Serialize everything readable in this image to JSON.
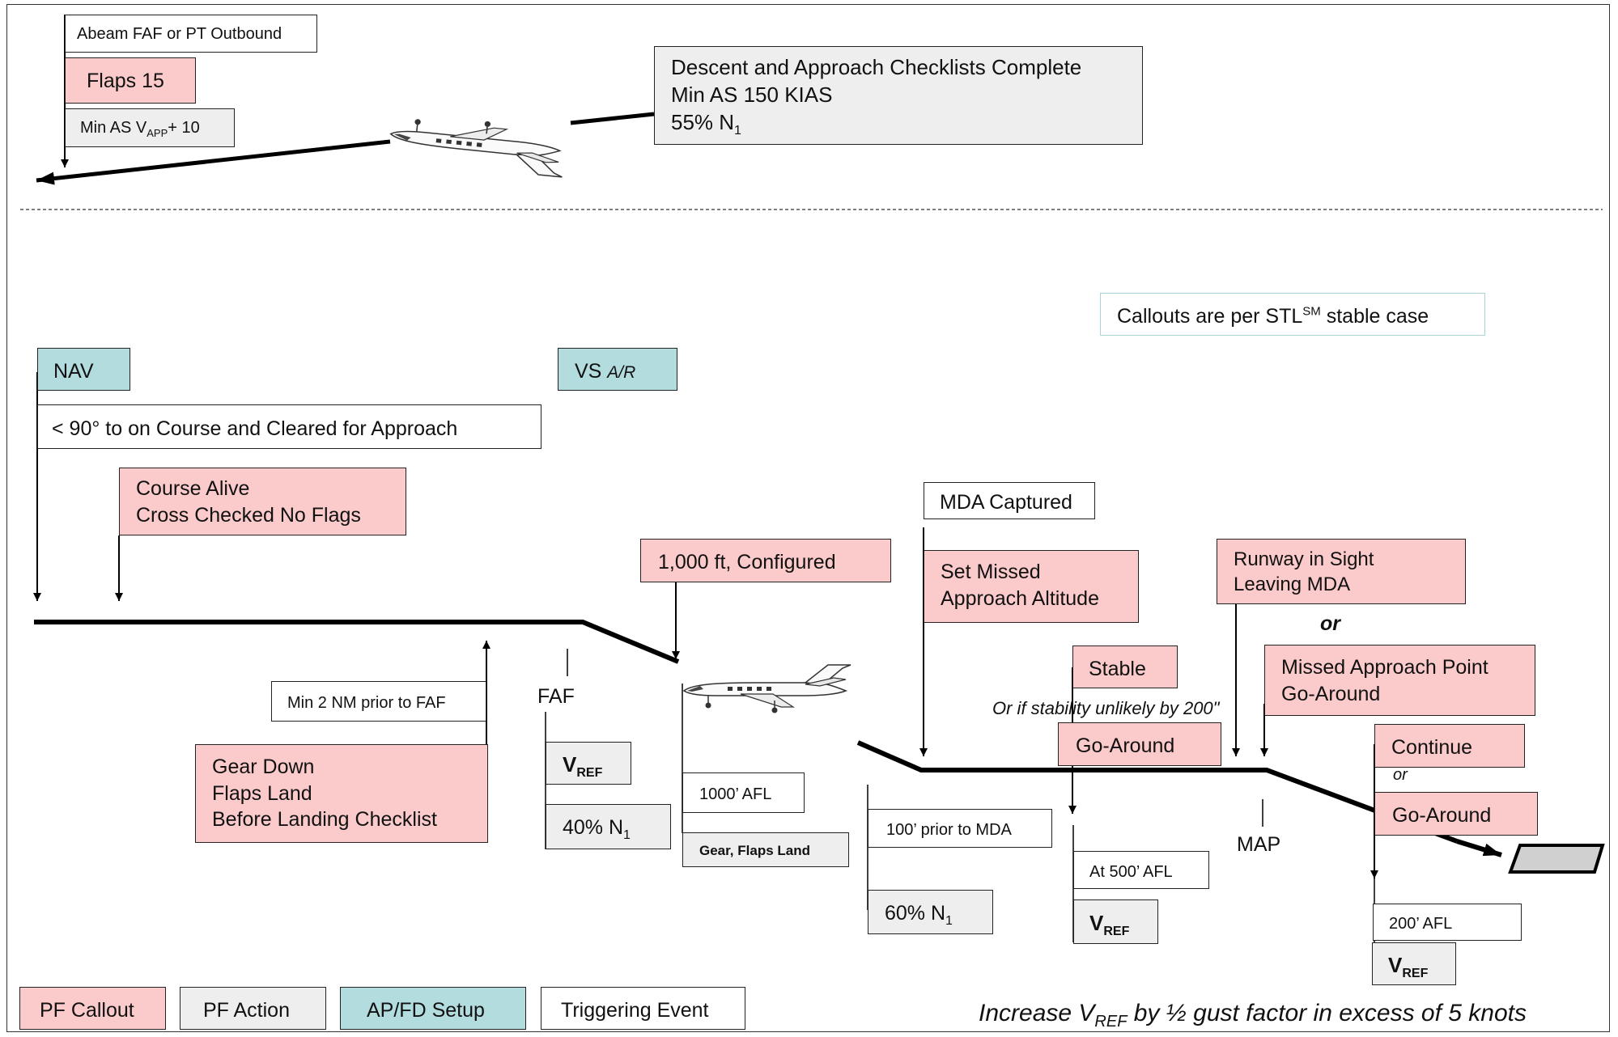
{
  "colors": {
    "pf_callout": "#fbcaca",
    "pf_action": "#eeeeee",
    "apfd_setup": "#b3dcdf",
    "triggering_event": "#ffffff"
  },
  "top_section": {
    "abeam": "Abeam FAF or PT Outbound",
    "flaps15": "Flaps 15",
    "min_as_prefix": "Min AS V",
    "min_as_sub": "APP",
    "min_as_suffix": "+ 10",
    "descent_line1": "Descent and Approach Checklists Complete",
    "descent_line2": "Min AS 150 KIAS",
    "descent_line3_prefix": "55% N",
    "descent_line3_sub": "1"
  },
  "stable_note_prefix": "Callouts are per STL",
  "stable_note_sup": "SM",
  "stable_note_suffix": " stable case",
  "nav": "NAV",
  "vs_main": "VS ",
  "vs_sub": "A/R",
  "course_condition": "< 90° to on Course and Cleared for Approach",
  "course_alive_1": "Course Alive",
  "course_alive_2": "Cross Checked No Flags",
  "configured_1000": "1,000 ft, Configured",
  "mda_captured": "MDA Captured",
  "set_missed_1": "Set Missed",
  "set_missed_2": "Approach Altitude",
  "runway_sight_1": "Runway in Sight",
  "runway_sight_2": "Leaving MDA",
  "or_bold": "or",
  "missed_point_1": "Missed Approach Point",
  "missed_point_2": "Go-Around",
  "stable": "Stable",
  "stability_note": "Or if stability unlikely by 200\"",
  "goaround_mid": "Go-Around",
  "continue": "Continue",
  "or_small": "or",
  "goaround_end": "Go-Around",
  "min2nm": "Min 2 NM prior to FAF",
  "gear_1": "Gear Down",
  "gear_2": "Flaps Land",
  "gear_3": "Before Landing Checklist",
  "faf": "FAF",
  "vref_main": "V",
  "vref_sub": "REF",
  "n1_40_prefix": "40% N",
  "n1_sub": "1",
  "afl_1000": "1000’ AFL",
  "gear_flaps_land": "Gear, Flaps Land",
  "prior_mda": "100’ prior to MDA",
  "n1_60_prefix": "60% N",
  "at500": "At 500’ AFL",
  "map": "MAP",
  "afl_200": "200’ AFL",
  "legend": {
    "pf_callout": "PF Callout",
    "pf_action": "PF Action",
    "apfd_setup": "AP/FD Setup",
    "triggering_event": "Triggering Event"
  },
  "gust_prefix": "Increase V",
  "gust_sub": "REF",
  "gust_suffix": " by ½ gust factor in excess of 5 knots"
}
